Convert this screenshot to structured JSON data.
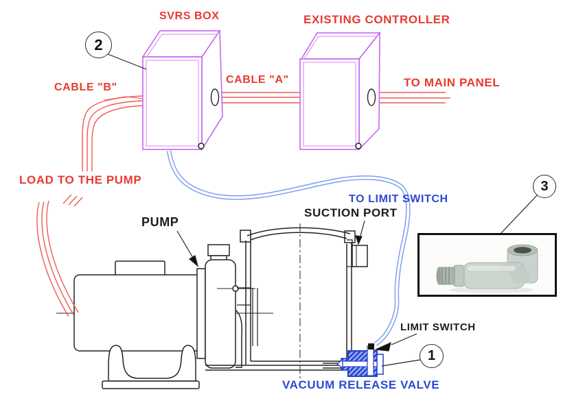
{
  "labels": {
    "svrs_box": "SVRS BOX",
    "existing_controller": "EXISTING CONTROLLER",
    "cable_b": "CABLE \"B\"",
    "cable_a": "CABLE \"A\"",
    "to_main_panel": "TO MAIN PANEL",
    "load_to_pump": "LOAD TO THE PUMP",
    "to_limit_switch": "TO LIMIT SWITCH",
    "suction_port": "SUCTION PORT",
    "pump": "PUMP",
    "limit_switch": "LIMIT SWITCH",
    "vacuum_release_valve": "VACUUM RELEASE VALVE"
  },
  "callouts": {
    "vacuum_release_valve": "1",
    "svrs_box": "2",
    "elbow_fitting": "3"
  },
  "colors": {
    "label_red": "#e83a30",
    "cable_red": "#ed5a52",
    "label_blue": "#2b49d4",
    "cable_blue": "#7b9cf0",
    "box_violet": "#c35af0",
    "valve_blue": "#2440cc",
    "line_black": "#222222"
  }
}
